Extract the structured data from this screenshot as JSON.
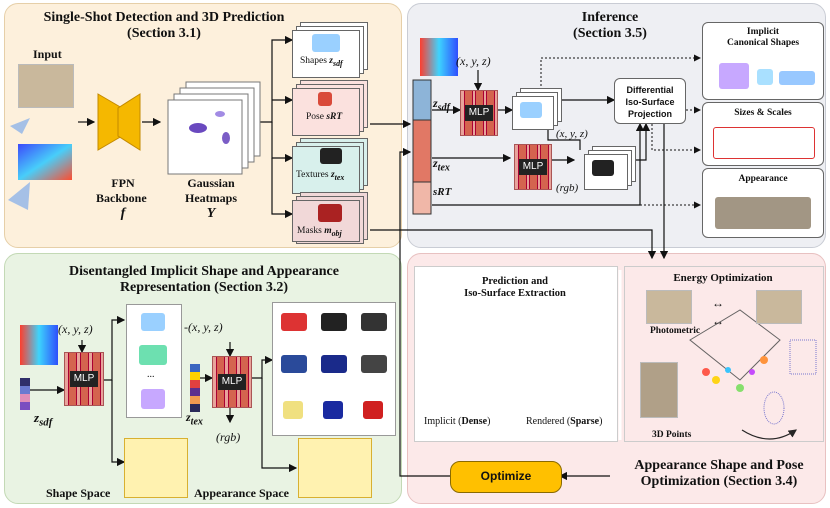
{
  "sections": {
    "detection": {
      "title_line1": "Single-Shot Detection and 3D Prediction",
      "title_line2": "(Section 3.1)"
    },
    "inference": {
      "title_line1": "Inference",
      "title_line2": "(Section 3.5)"
    },
    "disentangled": {
      "title_line1": "Disentangled Implicit Shape and Appearance",
      "title_line2": "Representation (Section 3.2)"
    },
    "optimization": {
      "title_line1": "Appearance Shape and Pose",
      "title_line2": "Optimization (Section 3.4)"
    }
  },
  "detection": {
    "input_label": "Input",
    "backbone_line1": "FPN",
    "backbone_line2": "Backbone",
    "backbone_sym": "f",
    "heatmap_line1": "Gaussian",
    "heatmap_line2": "Heatmaps",
    "heatmap_sym": "Y",
    "outputs": [
      {
        "label": "Shapes",
        "sym": "z",
        "sub": "sdf"
      },
      {
        "label": "Pose",
        "sym": "sRT",
        "sub": ""
      },
      {
        "label": "Textures",
        "sym": "z",
        "sub": "tex"
      },
      {
        "label": "Masks",
        "sym": "m",
        "sub": "obj"
      }
    ]
  },
  "inference": {
    "xyz_top": "(x, y, z)",
    "xyz_mid": "(x, y, z)",
    "rgb": "(rgb)",
    "z_sdf": "z",
    "z_sdf_sub": "sdf",
    "z_tex": "z",
    "z_tex_sub": "tex",
    "srt": "sRT",
    "mlp": "MLP",
    "diff_line1": "Differential",
    "diff_line2": "Iso-Surface",
    "diff_line3": "Projection",
    "right_titles": [
      "Implicit",
      "Canonical Shapes",
      "Sizes & Scales",
      "Appearance"
    ]
  },
  "disentangled": {
    "xyz": "(x, y, z)",
    "xyz2": "(x, y, z)",
    "mlp": "MLP",
    "z_sdf": "z",
    "z_sdf_sub": "sdf",
    "z_tex": "z",
    "z_tex_sub": "tex",
    "rgb": "(rgb)",
    "dots": "...",
    "shape_space": "Shape Space",
    "appearance_space": "Appearance Space"
  },
  "optimization": {
    "pred_line1": "Prediction and",
    "pred_line2": "Iso-Surface Extraction",
    "implicit_label": "Implicit (",
    "implicit_bold": "Dense",
    "rendered_label": "Rendered (",
    "rendered_bold": "Sparse",
    "close_paren": ")",
    "energy": "Energy Optimization",
    "photometric": "Photometric",
    "points": "3D Points",
    "optimize_button": "Optimize"
  },
  "colors": {
    "detection_bg": "#fdf0dc",
    "inference_bg": "#eeeff3",
    "disentangled_bg": "#e9f3e3",
    "optimization_bg": "#fce9e9",
    "backbone": "#f5b800",
    "mlp": "#e8a39b",
    "button": "#ffc000"
  }
}
